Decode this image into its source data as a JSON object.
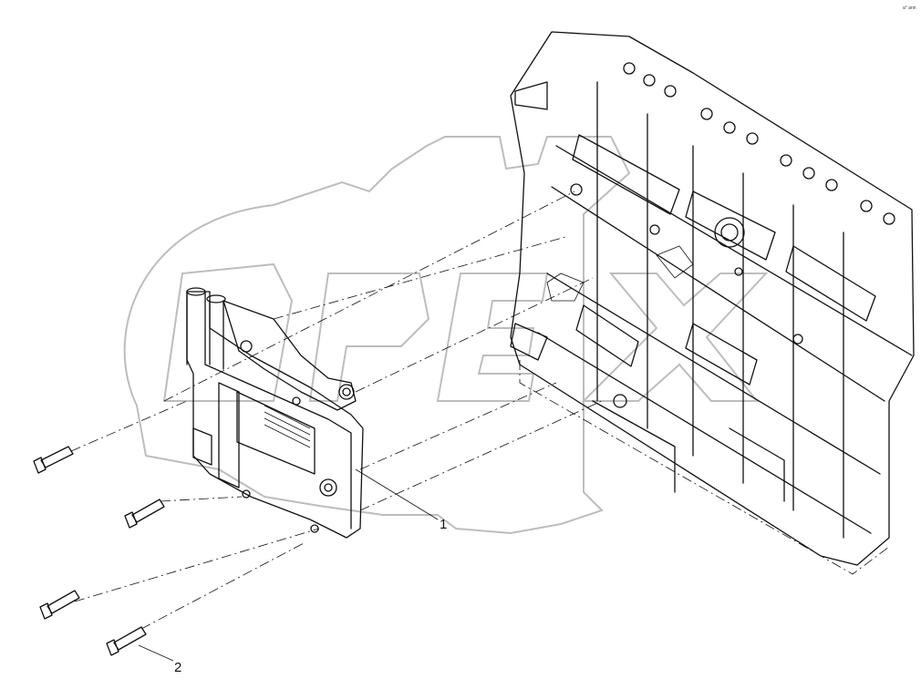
{
  "callouts": [
    {
      "label": "1",
      "part": "engine-control-module"
    },
    {
      "label": "2",
      "part": "mounting-bolt"
    }
  ],
  "corner_mark": "a° ann",
  "colors": {
    "line": "#111111",
    "watermark": "#bdbdbd",
    "background": "#ffffff"
  }
}
